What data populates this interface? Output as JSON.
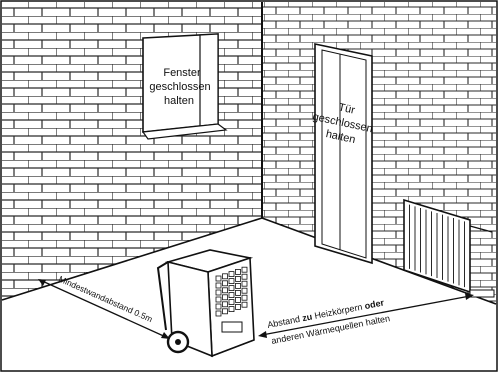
{
  "labels": {
    "window": [
      "Fenster",
      "geschlossen",
      "halten"
    ],
    "door": [
      "Tür",
      "geschlossen",
      "halten"
    ],
    "min_distance": "Mindestwandabstand 0.5m",
    "heat_line1_pre": "Abstand",
    "heat_line1_bold": "zu",
    "heat_line1_mid": "Heizkörpern",
    "heat_line1_bold2": "oder",
    "heat_line2": "anderen Wärmequellen halten"
  },
  "colors": {
    "ink": "#111111",
    "brick_line": "#2a2a2a",
    "paper": "#ffffff"
  }
}
